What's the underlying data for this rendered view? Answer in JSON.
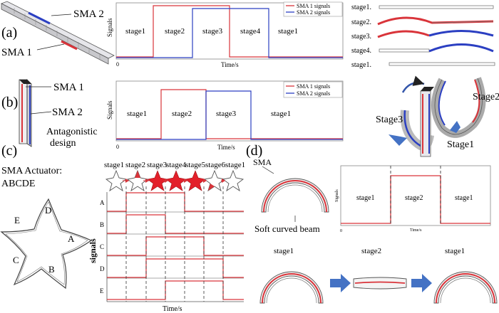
{
  "panels": {
    "a": {
      "label": "(a)",
      "sma2": "SMA 2",
      "sma1": "SMA 1",
      "chart": {
        "legend": [
          "SMA 1 signals",
          "SMA 2 signals"
        ],
        "stages": [
          "stage1",
          "stage2",
          "stage3",
          "stage4",
          "stage1"
        ],
        "ylabel": "Signals",
        "xlabel": "Time/s",
        "origin": "0"
      },
      "stage_list": [
        "stage1.",
        "stage2.",
        "stage3.",
        "stage4.",
        "stage1."
      ]
    },
    "b": {
      "label": "(b)",
      "sma1": "SMA 1",
      "sma2": "SMA 2",
      "caption_line1": "Antagonistic",
      "caption_line2": "design",
      "chart": {
        "legend": [
          "SMA 1 signals",
          "SMA 2 signals"
        ],
        "stages": [
          "stage1",
          "stage2",
          "stage3",
          "stage1"
        ],
        "ylabel": "Signals",
        "xlabel": "Time/s",
        "origin": "0"
      },
      "stage_labels": [
        "Stage2",
        "Stage3",
        "Stage1"
      ]
    },
    "c": {
      "label": "(c)",
      "actuator_line1": "SMA Actuator:",
      "actuator_line2": "ABCDE",
      "petals": [
        "D",
        "E",
        "A",
        "C",
        "B"
      ],
      "stages": [
        "stage1",
        "stage2",
        "stage3",
        "stage4",
        "stage5",
        "stage6",
        "stage1"
      ],
      "rows": [
        "A",
        "B",
        "C",
        "D",
        "E"
      ],
      "ylabel": "signals",
      "xlabel": "Time/s"
    },
    "d": {
      "label": "(d)",
      "sma": "SMA",
      "beam_caption": "Soft curved beam",
      "chart": {
        "stages": [
          "stage1",
          "stage2",
          "stage1"
        ],
        "ylabel": "Signals",
        "xlabel": "Time/s",
        "origin": "0"
      },
      "bottom_stages": [
        "stage1",
        "stage2",
        "stage1"
      ]
    }
  },
  "colors": {
    "red": "#d9343a",
    "blue": "#2b3fc2",
    "arrow": "#4472c4",
    "dash": "#222222"
  }
}
